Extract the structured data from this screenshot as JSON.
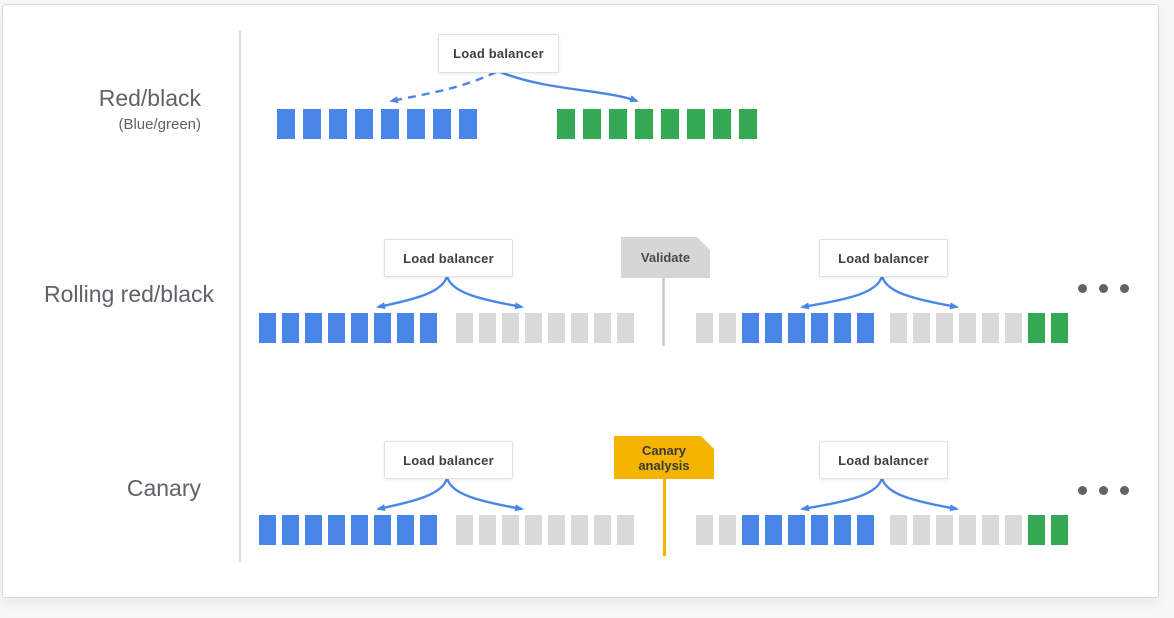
{
  "page": {
    "background_color": "#f6f7f7",
    "card_background": "#ffffff",
    "card_border_color": "#d9d9db"
  },
  "colors": {
    "blue": "#4a86e8",
    "green": "#34a853",
    "gray": "#d9d9d9",
    "arrow_blue": "#4a86e8",
    "validate_bg": "#d6d6d6",
    "validate_stem": "#c8c8c8",
    "canary_bg": "#f4b400",
    "canary_stem": "#f4b400",
    "label_text": "#5f6368",
    "box_text": "#3c4043",
    "dot": "#5f6368"
  },
  "rows": [
    {
      "title": "Red/black",
      "subtitle": "(Blue/green)",
      "load_balancers": [
        {
          "label": "Load balancer"
        }
      ],
      "arrow_styles": [
        "dashed-to-old-cluster",
        "solid-to-new-cluster"
      ],
      "groups": [
        {
          "name": "old-cluster",
          "colors": [
            "blue",
            "blue",
            "blue",
            "blue",
            "blue",
            "blue",
            "blue",
            "blue"
          ]
        },
        {
          "name": "new-cluster",
          "colors": [
            "green",
            "green",
            "green",
            "green",
            "green",
            "green",
            "green",
            "green"
          ]
        }
      ]
    },
    {
      "title": "Rolling red/black",
      "load_balancers": [
        {
          "label": "Load balancer"
        },
        {
          "label": "Load balancer"
        }
      ],
      "tag": {
        "label": "Validate"
      },
      "groups": [
        {
          "name": "step1-active",
          "colors": [
            "blue",
            "blue",
            "blue",
            "blue",
            "blue",
            "blue",
            "blue",
            "blue"
          ]
        },
        {
          "name": "step1-standby",
          "colors": [
            "gray",
            "gray",
            "gray",
            "gray",
            "gray",
            "gray",
            "gray",
            "gray"
          ]
        },
        {
          "name": "step2-active",
          "colors": [
            "gray",
            "gray",
            "blue",
            "blue",
            "blue",
            "blue",
            "blue",
            "blue"
          ]
        },
        {
          "name": "step2-standby",
          "colors": [
            "gray",
            "gray",
            "gray",
            "gray",
            "gray",
            "gray",
            "green",
            "green"
          ]
        }
      ],
      "ellipsis_dot_count": 3
    },
    {
      "title": "Canary",
      "load_balancers": [
        {
          "label": "Load balancer"
        },
        {
          "label": "Load balancer"
        }
      ],
      "tag": {
        "line1": "Canary",
        "line2": "analysis"
      },
      "groups": [
        {
          "name": "step1-active",
          "colors": [
            "blue",
            "blue",
            "blue",
            "blue",
            "blue",
            "blue",
            "blue",
            "blue"
          ]
        },
        {
          "name": "step1-standby",
          "colors": [
            "gray",
            "gray",
            "gray",
            "gray",
            "gray",
            "gray",
            "gray",
            "gray"
          ]
        },
        {
          "name": "step2-active",
          "colors": [
            "gray",
            "gray",
            "blue",
            "blue",
            "blue",
            "blue",
            "blue",
            "blue"
          ]
        },
        {
          "name": "step2-standby",
          "colors": [
            "gray",
            "gray",
            "gray",
            "gray",
            "gray",
            "gray",
            "green",
            "green"
          ]
        }
      ],
      "ellipsis_dot_count": 3
    }
  ]
}
